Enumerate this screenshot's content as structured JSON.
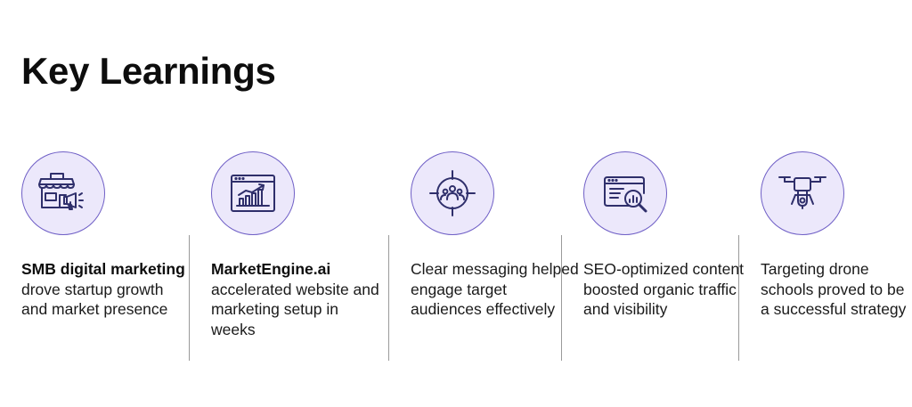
{
  "page": {
    "title": "Key Learnings"
  },
  "colors": {
    "icon_fill": "#ece8fb",
    "icon_stroke": "#2f2f6b",
    "circle_border": "#6f5fc6",
    "divider": "#9a9a9a"
  },
  "cards": [
    {
      "icon": "storefront-megaphone-icon",
      "bold": "SMB digital marketing",
      "text": " drove startup growth and market presence"
    },
    {
      "icon": "browser-growth-chart-icon",
      "bold": "MarketEngine.ai",
      "text": " accelerated website and marketing setup in weeks"
    },
    {
      "icon": "target-audience-icon",
      "bold": "",
      "text": "Clear messaging helped engage target audiences effectively"
    },
    {
      "icon": "seo-magnifier-icon",
      "bold": "",
      "text": "SEO-optimized content boosted organic traffic and visibility"
    },
    {
      "icon": "drone-icon",
      "bold": "",
      "text": "Targeting drone schools proved to be a successful strategy"
    }
  ]
}
